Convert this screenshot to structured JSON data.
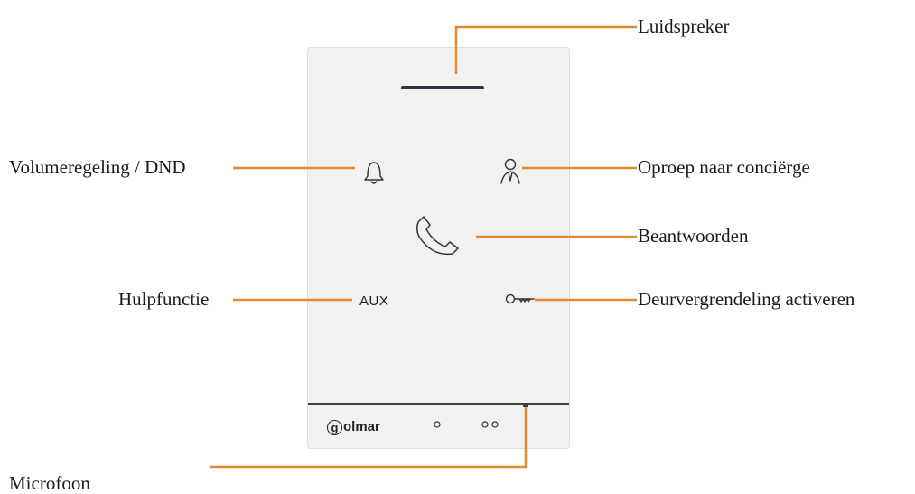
{
  "labels": {
    "speaker": "Luidspreker",
    "volume_dnd": "Volumeregeling / DND",
    "concierge_call": "Oproep naar conciërge",
    "answer": "Beantwoorden",
    "aux_function": "Hulpfunctie",
    "door_unlock": "Deurvergrendeling activeren",
    "microphone": "Microfoon"
  },
  "device": {
    "aux_button_label": "AUX",
    "logo_text": "olmar",
    "logo_mark": "g"
  },
  "colors": {
    "leader_line": "#e58a2b",
    "panel_bg": "#f1f1ef",
    "icon_stroke": "#333333"
  },
  "icons": [
    "bell-icon",
    "concierge-icon",
    "phone-handset-icon",
    "key-icon",
    "led-dot-icon"
  ]
}
